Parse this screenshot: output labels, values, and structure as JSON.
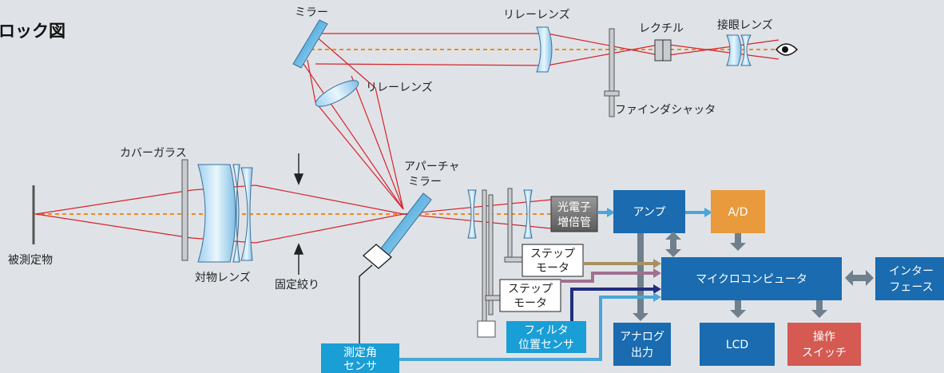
{
  "title": "ロック図",
  "colors": {
    "background": "#dfe3e8",
    "block_blue": "#1a6bb0",
    "block_orange": "#e89a3c",
    "block_red": "#d45a52",
    "sensor_cyan": "#1a9ed6",
    "ray_red": "#d8232a",
    "axis_orange": "#f08a1c",
    "arrow_grey": "#6f7f8c",
    "line_tan": "#a89060",
    "line_mauve": "#a07090",
    "line_navy": "#1f2e80",
    "line_lightblue": "#4aa6d8"
  },
  "optics_labels": {
    "mirror": "ミラー",
    "relay_lens_top": "リレーレンズ",
    "reticle": "レクチル",
    "eyepiece": "接眼レンズ",
    "relay_lens_mid": "リレーレンズ",
    "finder_shutter": "ファインダシャッタ",
    "cover_glass": "カバーガラス",
    "objective_lens": "対物レンズ",
    "fixed_stop": "固定絞り",
    "object": "被測定物",
    "aperture_mirror_1": "アパーチャ",
    "aperture_mirror_2": "ミラー"
  },
  "blocks": {
    "pmt_1": "光電子",
    "pmt_2": "増倍管",
    "amp": "アンプ",
    "ad": "A/D",
    "micro": "マイクロコンピュータ",
    "interface_1": "インター",
    "interface_2": "フェース",
    "analog_1": "アナログ",
    "analog_2": "出力",
    "lcd": "LCD",
    "switch_1": "操作",
    "switch_2": "スイッチ",
    "step_motor_1a": "ステップ",
    "step_motor_1b": "モータ",
    "step_motor_2a": "ステップ",
    "step_motor_2b": "モータ",
    "filter_sensor_1": "フィルタ",
    "filter_sensor_2": "位置センサ",
    "angle_sensor_1": "測定角",
    "angle_sensor_2": "センサ"
  }
}
